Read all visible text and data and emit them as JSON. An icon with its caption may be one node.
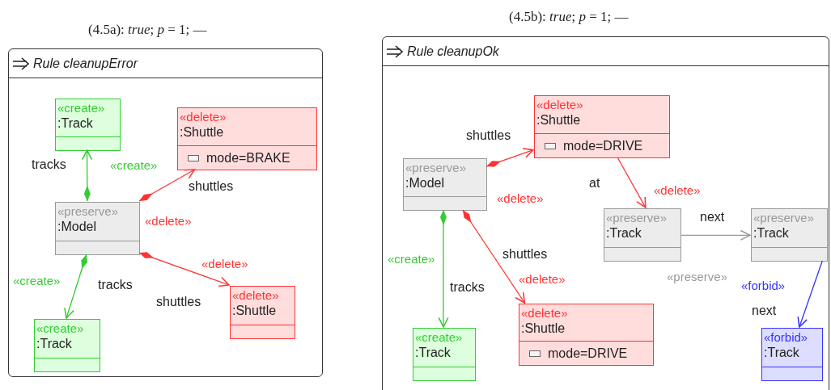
{
  "diagram": {
    "nodes": [
      {
        "text": [
          "Rule cleanupError"
        ]
      },
      {
        "text": [
          "«create»",
          ":Track"
        ],
        "in": 0
      },
      {
        "text": [
          "«delete»",
          ":Shuttle",
          "mode=BRAKE"
        ],
        "in": 0
      },
      {
        "text": [
          "«preserve»",
          ":Model"
        ],
        "in": 0
      },
      {
        "text": [
          "«create»",
          ":Track"
        ],
        "in": 0
      },
      {
        "text": [
          "«delete»",
          ":Shuttle"
        ],
        "in": 0
      },
      {
        "text": [
          "Rule cleanupOk"
        ]
      },
      {
        "text": [
          "«delete»",
          ":Shuttle",
          "mode=DRIVE"
        ],
        "in": 6
      },
      {
        "text": [
          "«preserve»",
          ":Model"
        ],
        "in": 6
      },
      {
        "text": [
          "«preserve»",
          ":Track"
        ],
        "in": 6
      },
      {
        "text": [
          "«preserve»",
          ":Track"
        ],
        "in": 6
      },
      {
        "text": [
          "«create»",
          ":Track"
        ],
        "in": 6
      },
      {
        "text": [
          "«delete»",
          ":Shuttle",
          "mode=DRIVE"
        ],
        "in": 6
      },
      {
        "text": [
          "«forbid»",
          ":Track"
        ],
        "in": 6
      }
    ],
    "edges": [
      {
        "from": 3,
        "to": 1,
        "arrow": "to",
        "label": "«create»",
        "color": "#33cc33"
      },
      {
        "from": 3,
        "to": 2,
        "arrow": "to",
        "label": "«delete»",
        "color": "#ff3333"
      },
      {
        "from": 3,
        "to": 4,
        "arrow": "to",
        "label": "«create»",
        "color": "#33cc33"
      },
      {
        "from": 3,
        "to": 5,
        "arrow": "to",
        "label": "«delete»",
        "color": "#ff3333"
      },
      {
        "from": 8,
        "to": 7,
        "arrow": "to",
        "label": "«delete»",
        "color": "#ff3333"
      },
      {
        "from": 7,
        "to": 9,
        "arrow": "to",
        "label": "«delete»",
        "color": "#ff3333"
      },
      {
        "from": 9,
        "to": 10,
        "arrow": "to",
        "label": "«preserve»",
        "color": "#999999"
      },
      {
        "from": 8,
        "to": 11,
        "arrow": "to",
        "label": "«create»",
        "color": "#33cc33"
      },
      {
        "from": 8,
        "to": 12,
        "arrow": "to",
        "label": "«delete»",
        "color": "#ff3333"
      },
      {
        "from": 10,
        "to": 13,
        "arrow": "to",
        "label": "«forbid»",
        "color": "#3333ff"
      }
    ],
    "labels": [
      "(4.5a): *true*; *p* = 1; —",
      "(4.5b): *true*; *p* = 1; —",
      "tracks",
      "shuttles",
      "tracks",
      "shuttles",
      "shuttles",
      "at",
      "next",
      "tracks",
      "shuttles",
      "next"
    ]
  }
}
